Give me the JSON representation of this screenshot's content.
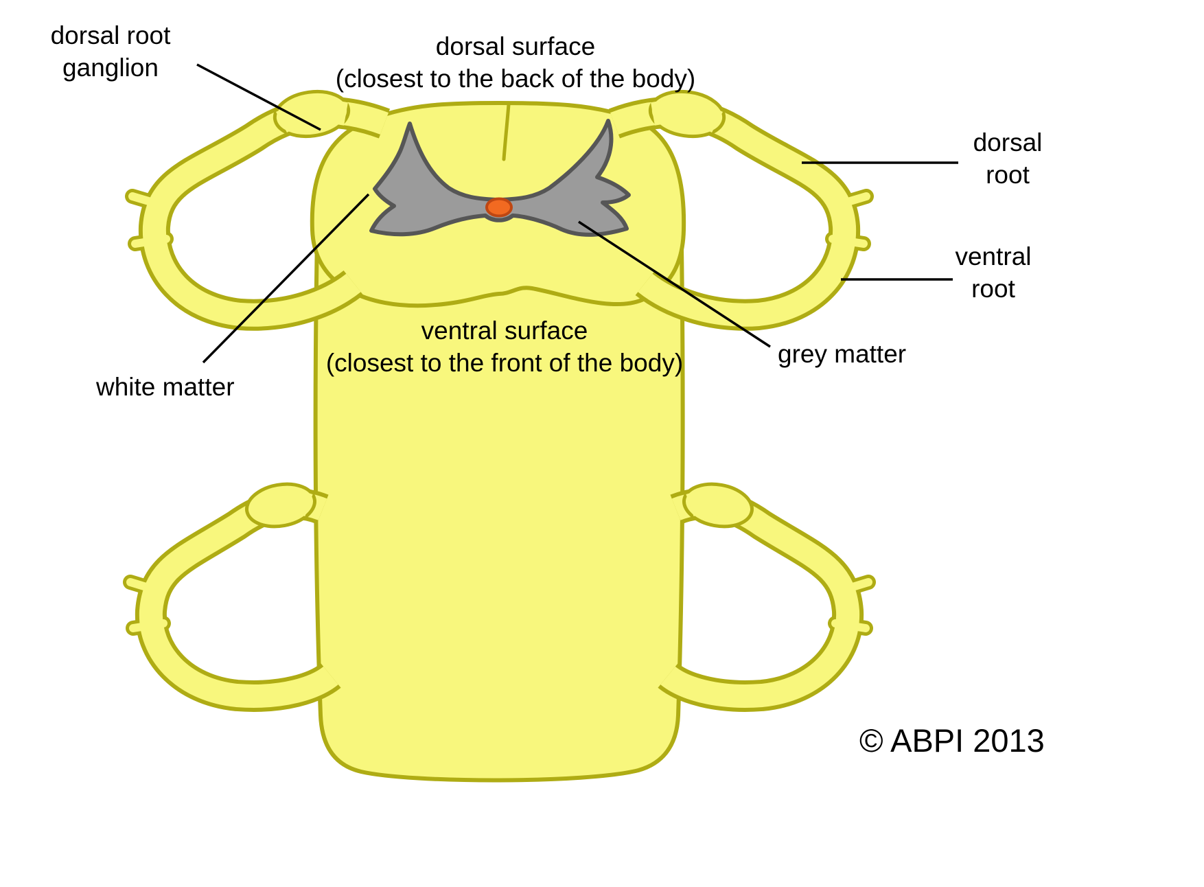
{
  "labels": {
    "dorsal_root_ganglion": {
      "line1": "dorsal root",
      "line2": "ganglion"
    },
    "dorsal_surface": {
      "line1": "dorsal surface",
      "line2": "(closest to the back of the body)"
    },
    "dorsal_root": {
      "line1": "dorsal",
      "line2": "root"
    },
    "ventral_root": {
      "line1": "ventral",
      "line2": "root"
    },
    "grey_matter": {
      "text": "grey matter"
    },
    "white_matter": {
      "text": "white matter"
    },
    "ventral_surface": {
      "line1": "ventral surface",
      "line2": "(closest to the front of the body)"
    }
  },
  "copyright": "© ABPI 2013",
  "colors": {
    "cord_fill": "#F8F77D",
    "cord_stroke": "#AFAC14",
    "grey_fill": "#9B9B9B",
    "grey_stroke": "#565656",
    "canal_fill": "#F26A21",
    "canal_stroke": "#BF4712",
    "line_color": "#000000",
    "text_color": "#000000"
  }
}
